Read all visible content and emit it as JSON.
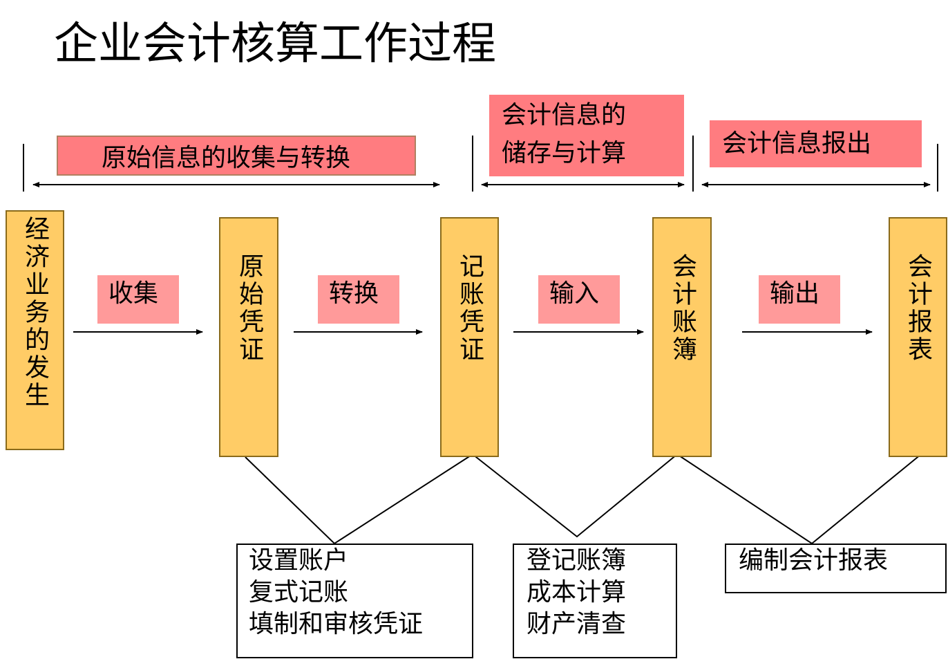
{
  "title": "企业会计核算工作过程",
  "phases": [
    {
      "label": "原始信息的收集与转换"
    },
    {
      "lines": [
        "会计信息的",
        "储存与计算"
      ]
    },
    {
      "label": "会计信息报出"
    }
  ],
  "stages": [
    "经济业务的发生",
    "原始凭证",
    "记账凭证",
    "会计账簿",
    "会计报表"
  ],
  "actions": [
    "收集",
    "转换",
    "输入",
    "输出"
  ],
  "details": [
    {
      "lines": [
        "设置账户",
        "复式记账",
        "填制和审核凭证"
      ]
    },
    {
      "lines": [
        "登记账簿",
        "成本计算",
        "财产清查"
      ]
    },
    {
      "lines": [
        "编制会计报表"
      ]
    }
  ],
  "colors": {
    "phase_banner": "#ff7c80",
    "action_label": "#ff9a9a",
    "stage_box": "#ffcc66"
  }
}
